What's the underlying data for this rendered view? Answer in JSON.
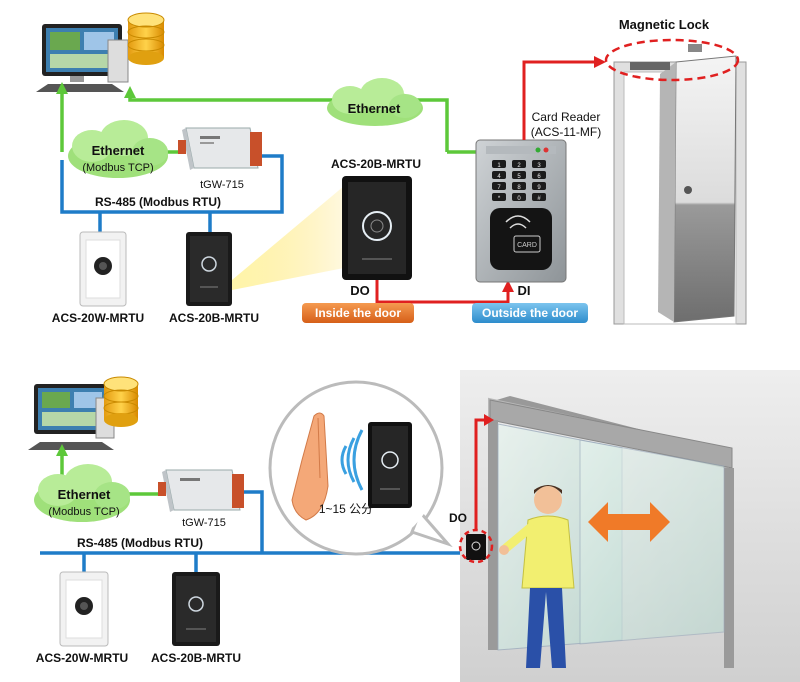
{
  "top": {
    "magnetic_lock": "Magnetic Lock",
    "ethernet_top": "Ethernet",
    "ethernet_left": "Ethernet",
    "modbus_tcp": "(Modbus TCP)",
    "gateway": "tGW-715",
    "rs485": "RS-485 (Modbus RTU)",
    "card_reader": "Card Reader",
    "card_reader_model": "(ACS-11-MF)",
    "acs20b_title": "ACS-20B-MRTU",
    "do": "DO",
    "di": "DI",
    "inside": "Inside the door",
    "outside": "Outside the door",
    "acs20w": "ACS-20W-MRTU",
    "acs20b": "ACS-20B-MRTU",
    "card_text": "CARD"
  },
  "bottom": {
    "ethernet": "Ethernet",
    "modbus_tcp": "(Modbus TCP)",
    "gateway": "tGW-715",
    "rs485": "RS-485 (Modbus RTU)",
    "distance": "1~15 公分",
    "do": "DO",
    "acs20w": "ACS-20W-MRTU",
    "acs20b": "ACS-20B-MRTU"
  },
  "keypad_keys": [
    "1",
    "2",
    "3",
    "4",
    "5",
    "6",
    "7",
    "8",
    "9",
    "*",
    "0",
    "#"
  ],
  "colors": {
    "ethernet": "#5dc83a",
    "rs485": "#1e7cc8",
    "do_red": "#e02020",
    "inside_orange": "#e8712a",
    "outside_blue": "#3fa0dc",
    "cloud": "#9fe07a"
  }
}
